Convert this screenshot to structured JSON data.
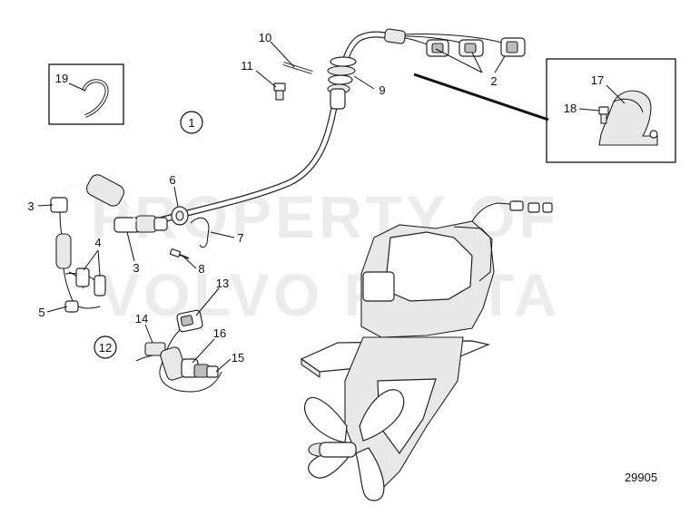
{
  "watermark": {
    "line1": "PROPERTY OF",
    "line2": "VOLVO PENTA"
  },
  "reference_number": "29905",
  "callouts": [
    {
      "id": "c1",
      "text": "1",
      "circled": true
    },
    {
      "id": "c2",
      "text": "2"
    },
    {
      "id": "c3a",
      "text": "3"
    },
    {
      "id": "c3b",
      "text": "3"
    },
    {
      "id": "c4",
      "text": "4"
    },
    {
      "id": "c5",
      "text": "5"
    },
    {
      "id": "c6",
      "text": "6"
    },
    {
      "id": "c7",
      "text": "7"
    },
    {
      "id": "c8",
      "text": "8"
    },
    {
      "id": "c9",
      "text": "9"
    },
    {
      "id": "c10",
      "text": "10"
    },
    {
      "id": "c11",
      "text": "11"
    },
    {
      "id": "c12",
      "text": "12",
      "circled": true
    },
    {
      "id": "c13",
      "text": "13"
    },
    {
      "id": "c14",
      "text": "14"
    },
    {
      "id": "c15",
      "text": "15"
    },
    {
      "id": "c16",
      "text": "16"
    },
    {
      "id": "c17",
      "text": "17"
    },
    {
      "id": "c18",
      "text": "18"
    },
    {
      "id": "c19",
      "text": "19"
    }
  ]
}
